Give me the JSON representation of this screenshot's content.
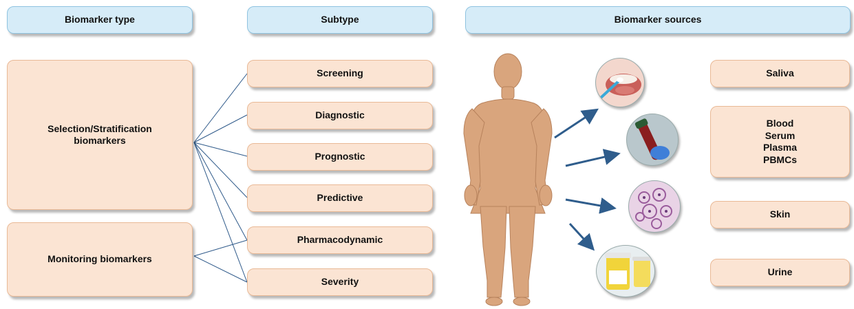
{
  "headers": {
    "biomarker_type": "Biomarker type",
    "subtype": "Subtype",
    "sources": "Biomarker sources"
  },
  "types": [
    {
      "label": "Selection/Stratification\nbiomarkers"
    },
    {
      "label": "Monitoring biomarkers"
    }
  ],
  "subtypes": [
    {
      "label": "Screening"
    },
    {
      "label": "Diagnostic"
    },
    {
      "label": "Prognostic"
    },
    {
      "label": "Predictive"
    },
    {
      "label": "Pharmacodynamic"
    },
    {
      "label": "Severity"
    }
  ],
  "sources": [
    {
      "label": "Saliva"
    },
    {
      "label": "Blood\nSerum\nPlasma\nPBMCs"
    },
    {
      "label": "Skin"
    },
    {
      "label": "Urine"
    }
  ],
  "images": [
    {
      "icon": "saliva-swab-photo"
    },
    {
      "icon": "blood-tube-photo"
    },
    {
      "icon": "skin-histology-photo"
    },
    {
      "icon": "urine-container-photo"
    }
  ],
  "colors": {
    "header_fill": "#d6ecf8",
    "box_fill": "#fbe4d3",
    "connector_line": "#2f5a8a",
    "arrow": "#2f5d8c",
    "body_skin": "#d9a57d"
  }
}
